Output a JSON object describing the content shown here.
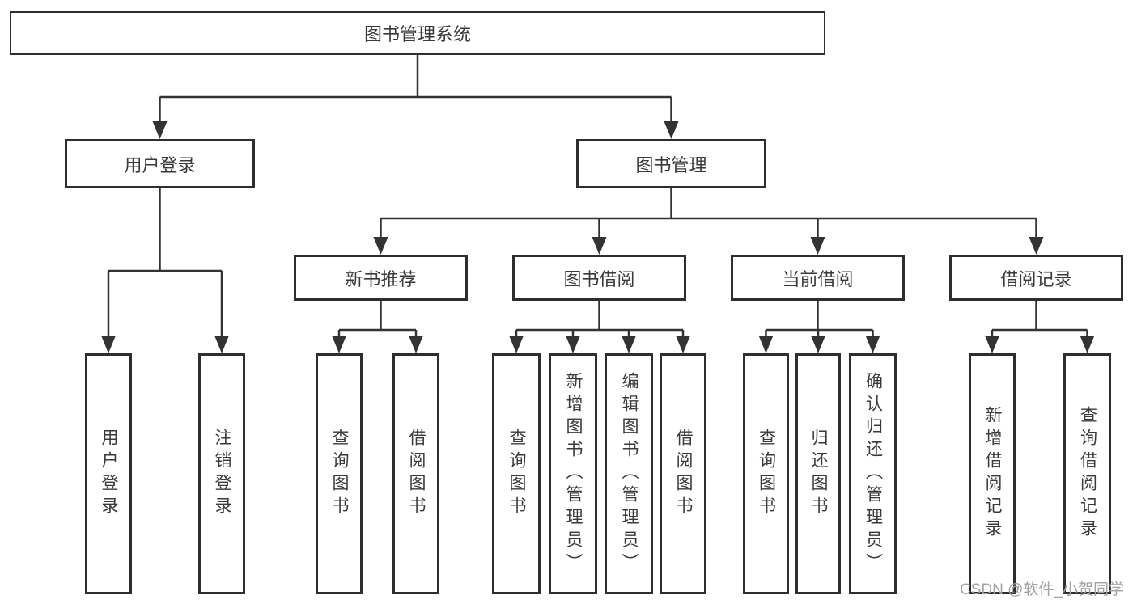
{
  "diagram_type": "functional-structure-tree",
  "tree": {
    "label": "图书管理系统",
    "children": [
      {
        "label": "用户登录",
        "children": [
          {
            "label": "用户登录"
          },
          {
            "label": "注销登录"
          }
        ]
      },
      {
        "label": "图书管理",
        "children": [
          {
            "label": "新书推荐",
            "children": [
              {
                "label": "查询图书"
              },
              {
                "label": "借阅图书"
              }
            ]
          },
          {
            "label": "图书借阅",
            "children": [
              {
                "label": "查询图书"
              },
              {
                "label": "新增图书（管理员）"
              },
              {
                "label": "编辑图书（管理员）"
              },
              {
                "label": "借阅图书"
              }
            ]
          },
          {
            "label": "当前借阅",
            "children": [
              {
                "label": "查询图书"
              },
              {
                "label": "归还图书"
              },
              {
                "label": "确认归还（管理员）"
              }
            ]
          },
          {
            "label": "借阅记录",
            "children": [
              {
                "label": "新增借阅记录"
              },
              {
                "label": "查询借阅记录"
              }
            ]
          }
        ]
      }
    ]
  },
  "watermark": "CSDN @软件_小贺同学",
  "colors": {
    "background": "#ffffff",
    "box_border": "#2e2e2e",
    "line": "#333333",
    "text": "#3a3a3a",
    "watermark": "#a2a2a2"
  }
}
